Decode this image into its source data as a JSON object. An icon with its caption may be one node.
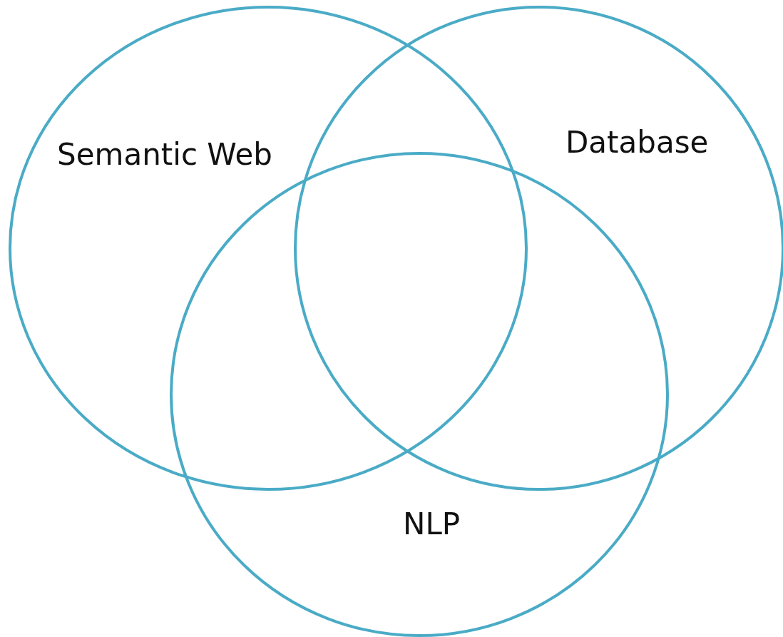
{
  "diagram": {
    "nodes": [
      {
        "text": [
          "Semantic Web"
        ]
      },
      {
        "text": [
          "Database"
        ]
      },
      {
        "text": [
          "NLP"
        ]
      }
    ]
  }
}
